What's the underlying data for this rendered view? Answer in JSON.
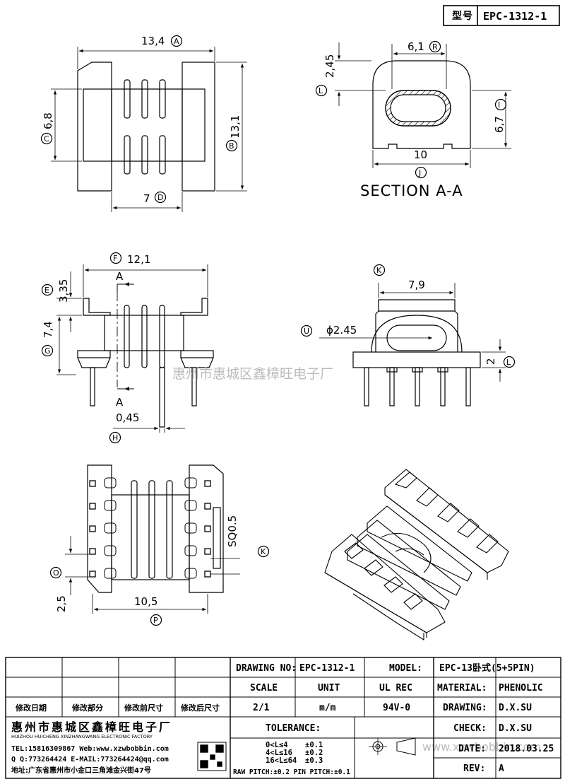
{
  "header": {
    "type_label": "型号",
    "part_no": "EPC-1312-1"
  },
  "top_view": {
    "width": "13,4",
    "width_ref": "A",
    "height": "13,1",
    "height_ref": "B",
    "window": "6,8",
    "window_ref": "C",
    "inner": "7",
    "inner_ref": "D"
  },
  "section": {
    "title": "SECTION A-A",
    "hole_w": "6,1",
    "hole_w_ref": "R",
    "top": "2,45",
    "top_ref": "L",
    "height": "6,7",
    "height_ref": "I",
    "base": "10",
    "base_ref": "J"
  },
  "side_view": {
    "length": "12,1",
    "length_ref": "F",
    "flange": "3,35",
    "flange_ref": "E",
    "body": "7,4",
    "body_ref": "G",
    "pin": "0,45",
    "pin_ref": "H",
    "cut_a_top": "A",
    "cut_a_bottom": "A"
  },
  "end_view": {
    "width": "7,9",
    "width_ref": "K",
    "dia": "ϕ2.45",
    "dia_ref": "U",
    "base": "2",
    "base_ref": "L"
  },
  "bottom_view": {
    "pitch_label": "2,5",
    "pitch_ref": "O",
    "span": "10,5",
    "span_ref": "P",
    "sq": "SQ0.5",
    "sq_ref": "K"
  },
  "watermark": "惠州市惠城区鑫樟旺电子厂",
  "watermark_url": "www.xzwbobbin.com",
  "title_block": {
    "drawing_no_label": "DRAWING NO:",
    "drawing_no": "EPC-1312-1",
    "model_label": "MODEL:",
    "model": "EPC-13卧式(5+5PIN)",
    "scale_label": "SCALE",
    "unit_label": "UNIT",
    "ul_label": "UL REC",
    "material_label": "MATERIAL:",
    "material": "PHENOLIC",
    "scale": "2/1",
    "unit": "m/m",
    "ul": "94V-0",
    "drawing_label": "DRAWING:",
    "drawing": "D.X.SU",
    "check_label": "CHECK:",
    "check": "D.X.SU",
    "date_label": "DATE:",
    "date": "2018.03.25",
    "rev_label": "REV:",
    "rev": "A",
    "rev_cols": [
      "修改日期",
      "修改部分",
      "修改前尺寸",
      "修改后尺寸"
    ],
    "company_cn": "惠州市惠城区鑫樟旺电子厂",
    "company_en": "HUIZHOU HUICHENG XINZHANGWANG ELECTRONIC FACTORY",
    "tel": "TEL:15816309867 Web:www.xzwbobbin.com",
    "qq": "Q Q:773264424 E-MAIL:773264424@qq.com",
    "addr": "地址:广东省惠州市小金口三角滩金兴街47号",
    "tolerance_label": "TOLERANCE:",
    "tol1": "0<L≤4",
    "tol1v": "±0.1",
    "tol2": "4<L≤16",
    "tol2v": "±0.2",
    "tol3": "16<L≤64",
    "tol3v": "±0.3",
    "pitch_tol": "RAW PITCH:±0.2 PIN PITCH:±0.1"
  }
}
